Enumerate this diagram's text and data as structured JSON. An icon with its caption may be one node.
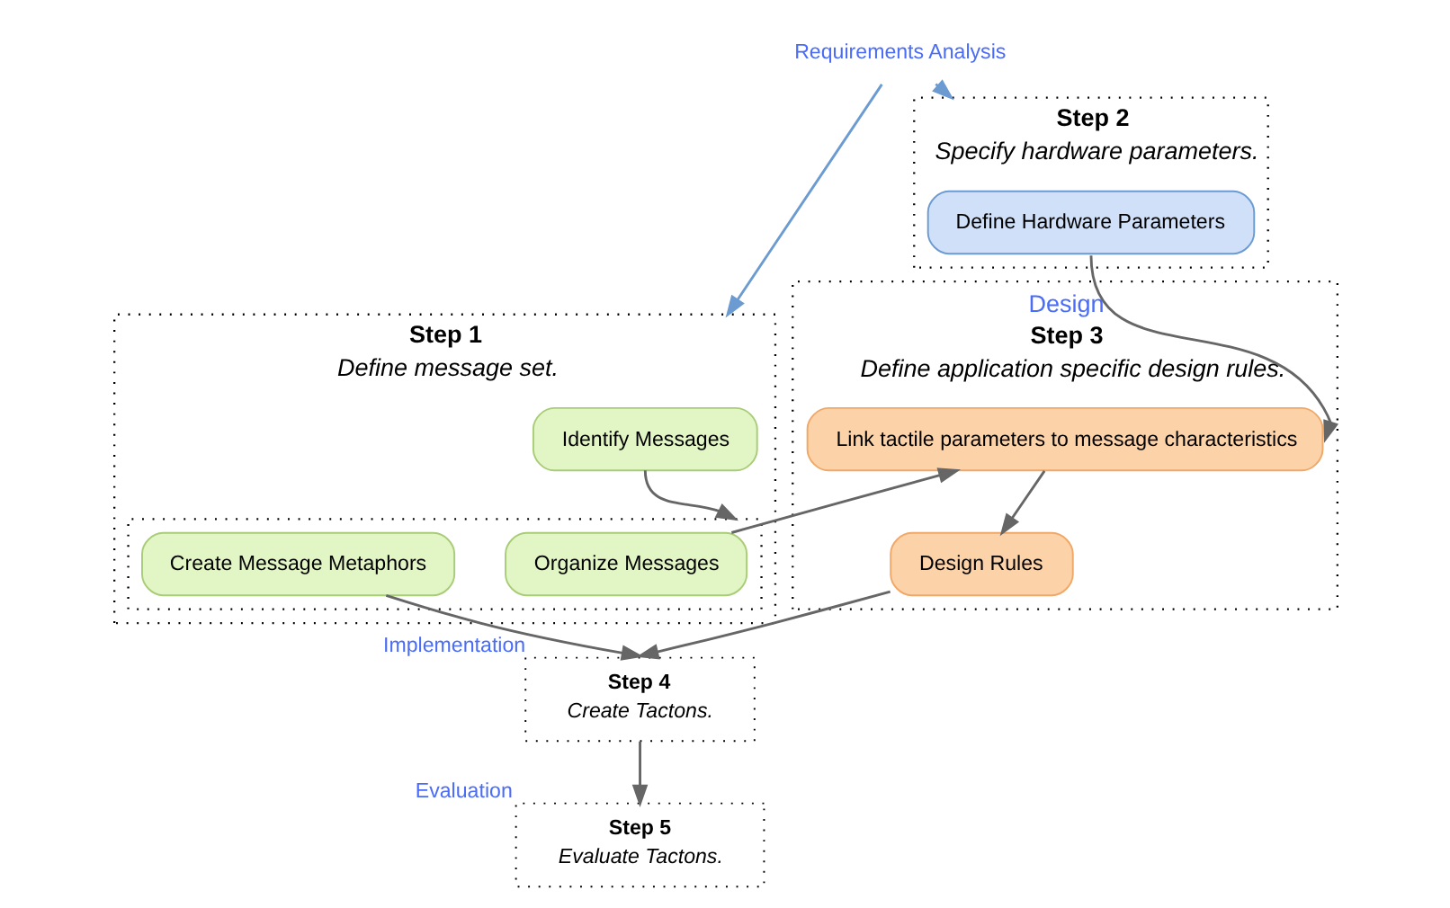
{
  "diagram": {
    "nodes": [
      {
        "text": [
          "Requirements Analysis"
        ]
      },
      {
        "text": [
          "Step 1",
          "Define message set."
        ]
      },
      {
        "text": [
          "Identify Messages"
        ],
        "in": 1
      },
      {
        "text": [],
        "shape": "box",
        "in": 1
      },
      {
        "text": [
          "Organize Messages"
        ],
        "in": 3
      },
      {
        "text": [
          "Create Message Metaphors"
        ],
        "in": 3
      },
      {
        "text": [
          "Step 3",
          "Define application specific design rules."
        ],
        "beside": [
          "Design"
        ]
      },
      {
        "text": [
          "Link tactile parameters to message characteristics"
        ],
        "in": 6
      },
      {
        "text": [
          "Design Rules"
        ],
        "in": 6
      },
      {
        "text": [
          "Step 2",
          "Specify hardware parameters."
        ]
      },
      {
        "text": [
          "Define Hardware Parameters"
        ],
        "in": 9
      },
      {
        "text": [
          "Step 4",
          "Create Tactons."
        ],
        "beside": [
          "Implementation"
        ]
      },
      {
        "text": [
          "Step 5",
          "Evaluate Tactons."
        ],
        "beside": [
          "Evaluation"
        ]
      }
    ],
    "edges": [
      {
        "from": 0,
        "to": 1,
        "arrow": "to",
        "color": "#6b9bd1"
      },
      {
        "from": 0,
        "to": 9,
        "arrow": "to",
        "color": "#6b9bd1"
      },
      {
        "from": 2,
        "to": 3,
        "arrow": "to"
      },
      {
        "from": 4,
        "to": 7,
        "arrow": "to"
      },
      {
        "from": 10,
        "to": 7,
        "arrow": "to"
      },
      {
        "from": 7,
        "to": 8,
        "arrow": "to"
      },
      {
        "from": 5,
        "to": 11,
        "arrow": "to"
      },
      {
        "from": 8,
        "to": 11,
        "arrow": "to"
      },
      {
        "from": 11,
        "to": 12,
        "arrow": "to"
      }
    ]
  }
}
